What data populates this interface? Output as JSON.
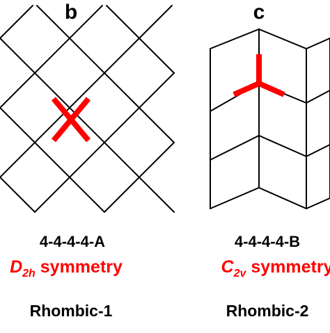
{
  "colors": {
    "line": "#000000",
    "highlight": "#ff0000",
    "background": "#ffffff"
  },
  "panels": [
    {
      "letter": "b",
      "code": "4-4-4-4-A",
      "symmetry": {
        "main": "D",
        "subscript": "2h",
        "suffix": " symmetry"
      },
      "name": "Rhombic-1"
    },
    {
      "letter": "c",
      "code": "4-4-4-4-B",
      "symmetry": {
        "main": "C",
        "subscript": "2v",
        "suffix": " symmetry"
      },
      "name": "Rhombic-2"
    }
  ]
}
